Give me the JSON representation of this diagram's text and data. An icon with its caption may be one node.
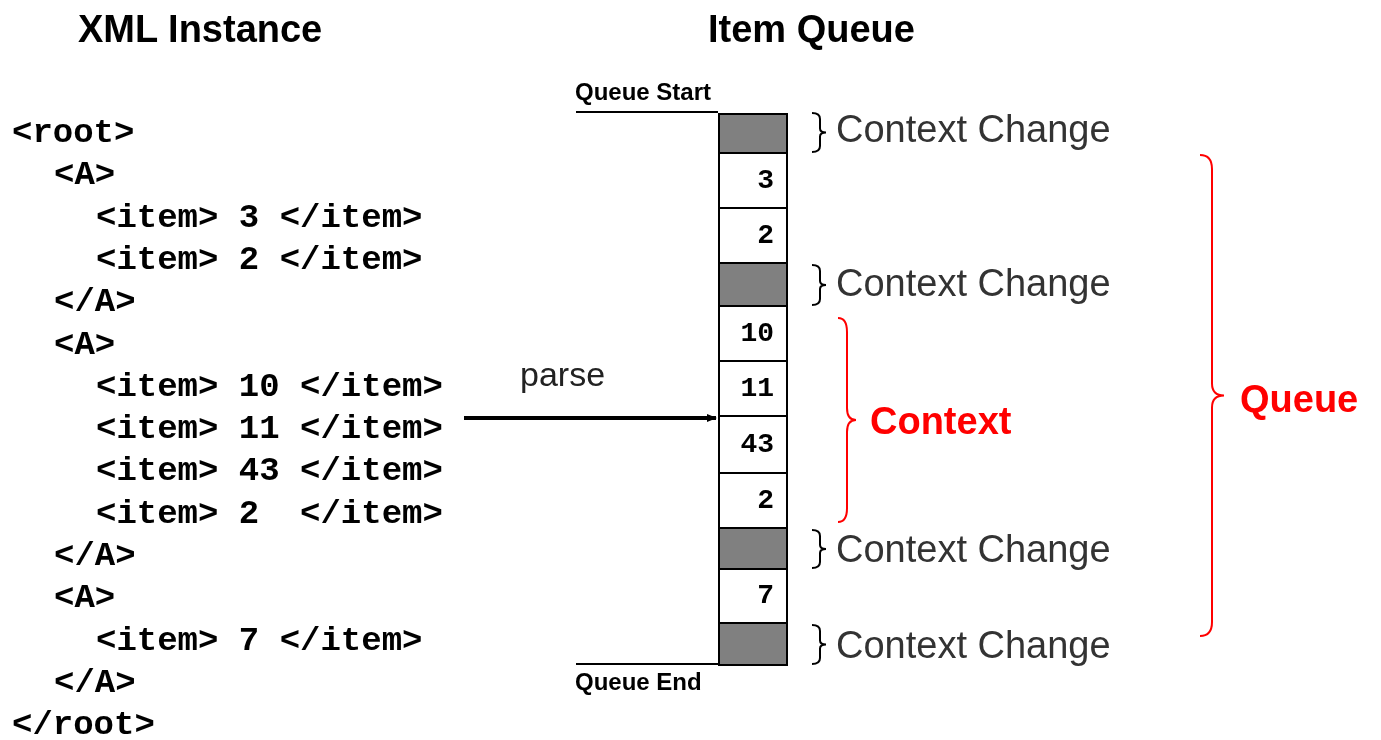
{
  "diagram": {
    "nodes": [
      {
        "text": [
          "<root>",
          "<A>",
          "<item> 3 </item>",
          "<item> 2 </item>",
          "</A>",
          "<A>",
          "<item> 10 </item>",
          "<item> 11 </item>",
          "<item> 43 </item>",
          "<item> 2  </item>",
          "</A>",
          "<A>",
          "<item> 7 </item>",
          "</A>",
          "</root>"
        ]
      },
      {
        "text": [],
        "shape": "bar"
      },
      {
        "text": [],
        "shape": "box",
        "in": 1
      },
      {
        "text": [
          "3"
        ],
        "in": 1
      },
      {
        "text": [
          "2"
        ],
        "in": 1
      },
      {
        "text": [],
        "shape": "box",
        "in": 1
      },
      {
        "text": [
          "10"
        ],
        "in": 1
      },
      {
        "text": [
          "11"
        ],
        "in": 1
      },
      {
        "text": [
          "43"
        ],
        "in": 1
      },
      {
        "text": [
          "2"
        ],
        "in": 1
      },
      {
        "text": [],
        "shape": "box",
        "in": 1
      },
      {
        "text": [
          "7"
        ],
        "in": 1
      },
      {
        "text": [],
        "shape": "box",
        "in": 1
      }
    ],
    "edges": [
      {
        "from": 0,
        "to": 1,
        "arrow": "to",
        "label": "parse"
      }
    ],
    "labels": [
      "XML Instance",
      "Item Queue",
      "Queue Start",
      "Context Change",
      "Context Change",
      "Queue",
      "Context",
      "Context Change",
      "Context Change",
      "Queue End"
    ]
  }
}
